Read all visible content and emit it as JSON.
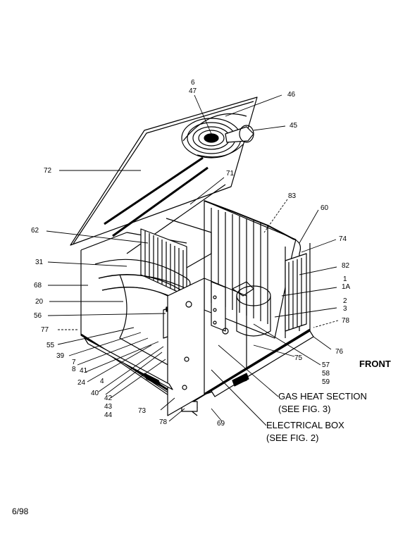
{
  "labels": {
    "p6": "6",
    "p47": "47",
    "p46": "46",
    "p45": "45",
    "p72": "72",
    "p71": "71",
    "p83": "83",
    "p60": "60",
    "p74": "74",
    "p62": "62",
    "p82": "82",
    "p1": "1",
    "p1a": "1A",
    "p2": "2",
    "p3": "3",
    "p78a": "78",
    "p76": "76",
    "p31": "31",
    "p68": "68",
    "p20": "20",
    "p56": "56",
    "p77": "77",
    "p55": "55",
    "p39": "39",
    "p7": "7",
    "p8": "8",
    "p41": "41",
    "p24": "24",
    "p4": "4",
    "p40": "40",
    "p42": "42",
    "p43": "43",
    "p44": "44",
    "p73": "73",
    "p78b": "78",
    "p69": "69",
    "p75": "75",
    "p57": "57",
    "p58": "58",
    "p59": "59"
  },
  "callouts": {
    "gas_line1": "GAS HEAT SECTION",
    "gas_line2": "(SEE FIG. 3)",
    "elec_line1": "ELECTRICAL BOX",
    "elec_line2": "(SEE FIG. 2)"
  },
  "front_label": "FRONT",
  "date_code": "6/98"
}
